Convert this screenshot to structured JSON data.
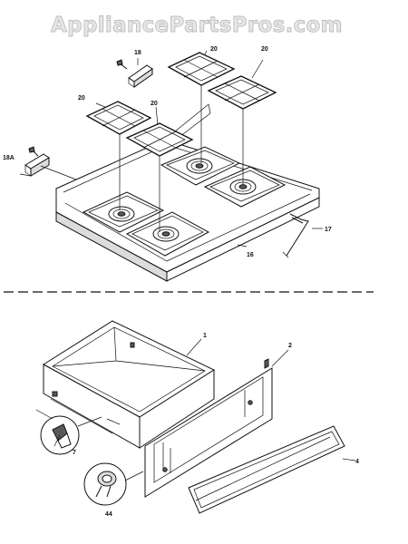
{
  "watermark": "AppliancePartsPros.com",
  "top_assembly": {
    "callouts": {
      "p18": "18",
      "p18a": "18A",
      "p20_a": "20",
      "p20_b": "20",
      "p20_c": "20",
      "p20_d": "20",
      "p17": "17",
      "p16": "16"
    }
  },
  "bottom_assembly": {
    "callouts": {
      "p1": "1",
      "p2": "2",
      "p4": "4",
      "p7": "7",
      "p44": "44"
    }
  }
}
